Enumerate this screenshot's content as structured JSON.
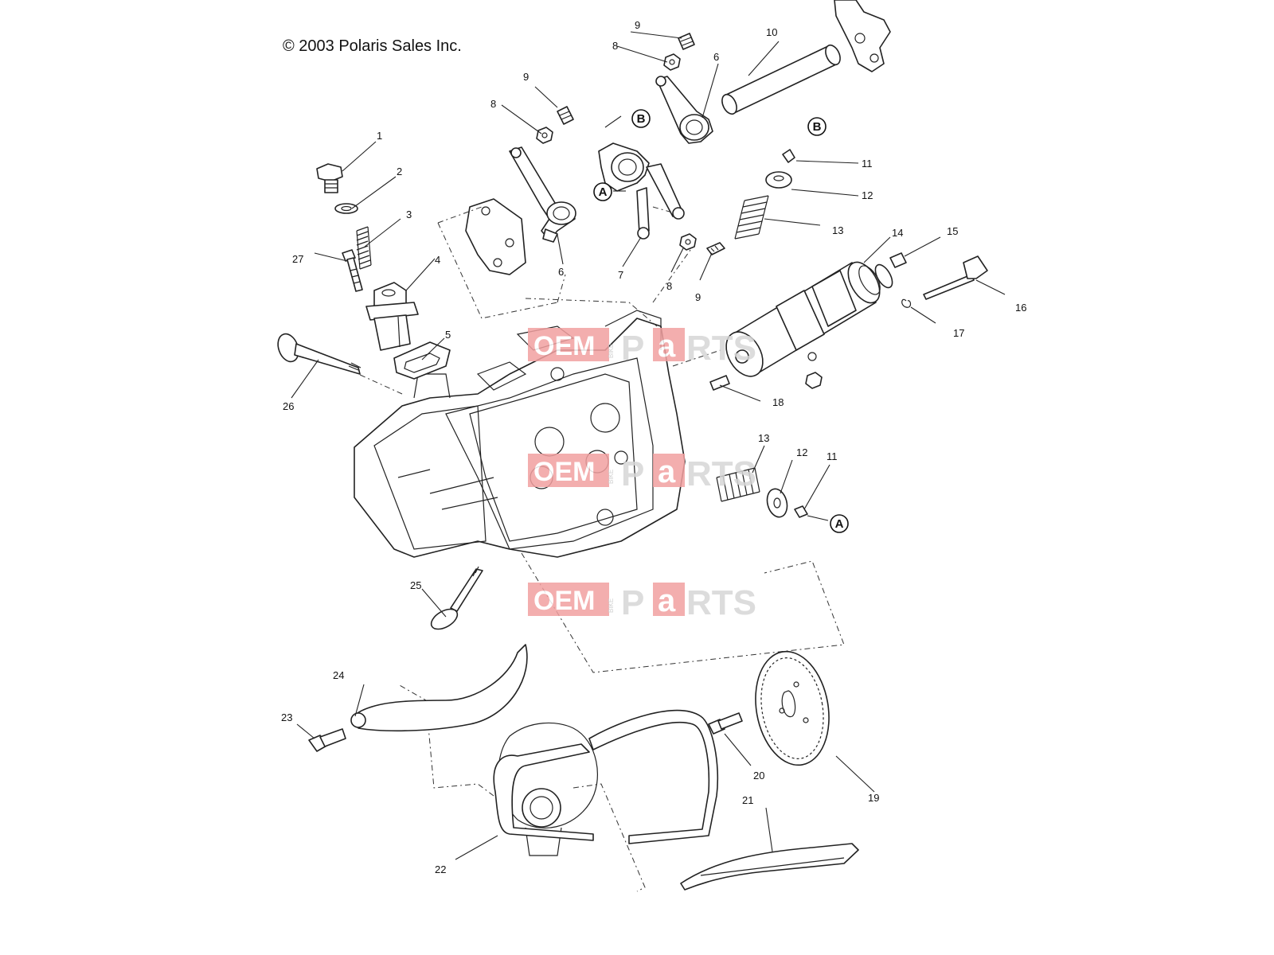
{
  "copyright": "© 2003 Polaris Sales Inc.",
  "callouts": {
    "a": "A",
    "b": "B"
  },
  "watermark": {
    "oem": "OEM",
    "bike": "BIKE",
    "p": "P",
    "a": "a",
    "rts": "RTS"
  },
  "part_numbers": {
    "p1": "1",
    "p2": "2",
    "p3": "3",
    "p4": "4",
    "p5": "5",
    "p6": "6",
    "p7": "7",
    "p8": "8",
    "p9": "9",
    "p10": "10",
    "p11": "11",
    "p12": "12",
    "p13": "13",
    "p14": "14",
    "p15": "15",
    "p16": "16",
    "p17": "17",
    "p18": "18",
    "p19": "19",
    "p20": "20",
    "p21": "21",
    "p22": "22",
    "p23": "23",
    "p24": "24",
    "p25": "25",
    "p26": "26",
    "p27": "27"
  },
  "colors": {
    "line": "#222222",
    "watermark_red": "#e23a3a",
    "watermark_grey": "#d6d6d6"
  }
}
